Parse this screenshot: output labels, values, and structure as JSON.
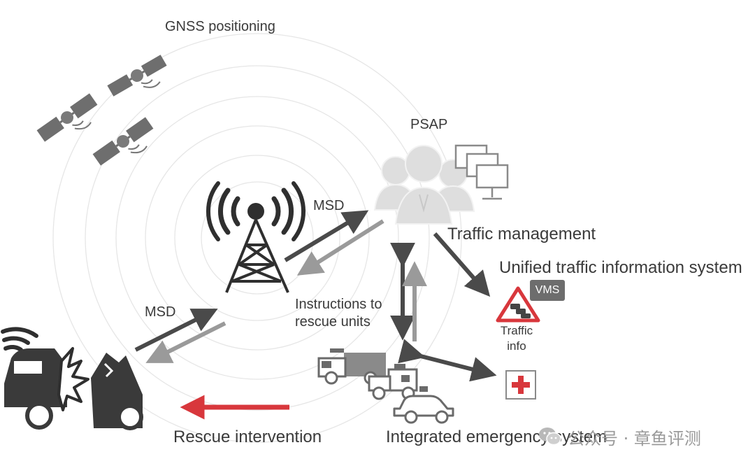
{
  "labels": {
    "gnss": "GNSS positioning",
    "psap": "PSAP",
    "msd_upper": "MSD",
    "msd_lower": "MSD",
    "traffic_management": "Traffic management",
    "unified_system": "Unified traffic information system",
    "vms": "VMS",
    "instructions_line1": "Instructions to",
    "instructions_line2": "rescue units",
    "traffic_info_line1": "Traffic",
    "traffic_info_line2": "info",
    "rescue_intervention": "Rescue intervention",
    "integrated_emergency": "Integrated emergency system"
  },
  "watermark": {
    "text": "公众号 · 章鱼评测",
    "icon": "wechat-icon"
  },
  "colors": {
    "dark_arrow": "#4a4a4a",
    "light_arrow": "#9a9a9a",
    "rescue_arrow": "#d8373c",
    "warning_red": "#d8373c",
    "icon_gray": "#6a6a6a"
  }
}
